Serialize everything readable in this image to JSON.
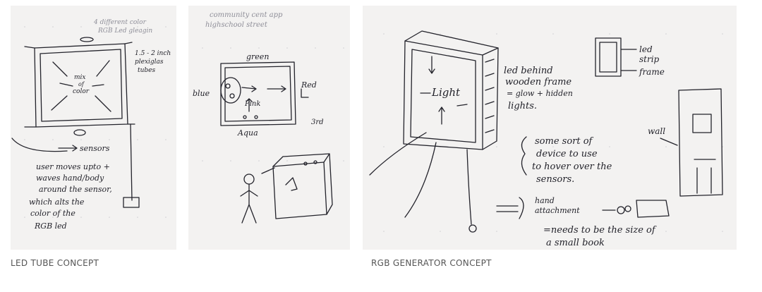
{
  "captions": {
    "led_tube": "LED TUBE CONCEPT",
    "rgb_generator": "RGB  GENERATOR CONCEPT"
  },
  "sketch1": {
    "top_note_1": "4 different color",
    "top_note_2": "RGB Led gleagin",
    "side_note_1": "1.5 - 2 inch",
    "side_note_2": "plexiglas",
    "side_note_3": "tubes",
    "center_1": "mix",
    "center_2": "of",
    "center_3": "color",
    "sensors": "sensors",
    "body_1": "user moves upto +",
    "body_2": "waves hand/body",
    "body_3": "around the sensor,",
    "body_4": "which alts the",
    "body_5": "color of the",
    "body_6": "RGB led"
  },
  "sketch2": {
    "top_1": "community cent    app",
    "top_2": "highschool  street",
    "green": "green",
    "blue": "blue",
    "red": "Red",
    "pink": "Pink",
    "aqua": "Aqua",
    "third": "3rd"
  },
  "sketch3": {
    "light": "Light",
    "led_1": "led behind",
    "led_2": "wooden frame",
    "led_3": "= glow + hidden",
    "led_4": "lights.",
    "strip_1": "led",
    "strip_2": "strip",
    "strip_3": "frame",
    "wall": "wall",
    "device_1": "some sort of",
    "device_2": "device to use",
    "device_3": "to hover over the",
    "device_4": "sensors.",
    "hand_1": "hand",
    "hand_2": "attachment",
    "size_1": "=needs to be  the size  of",
    "size_2": "a small book"
  }
}
